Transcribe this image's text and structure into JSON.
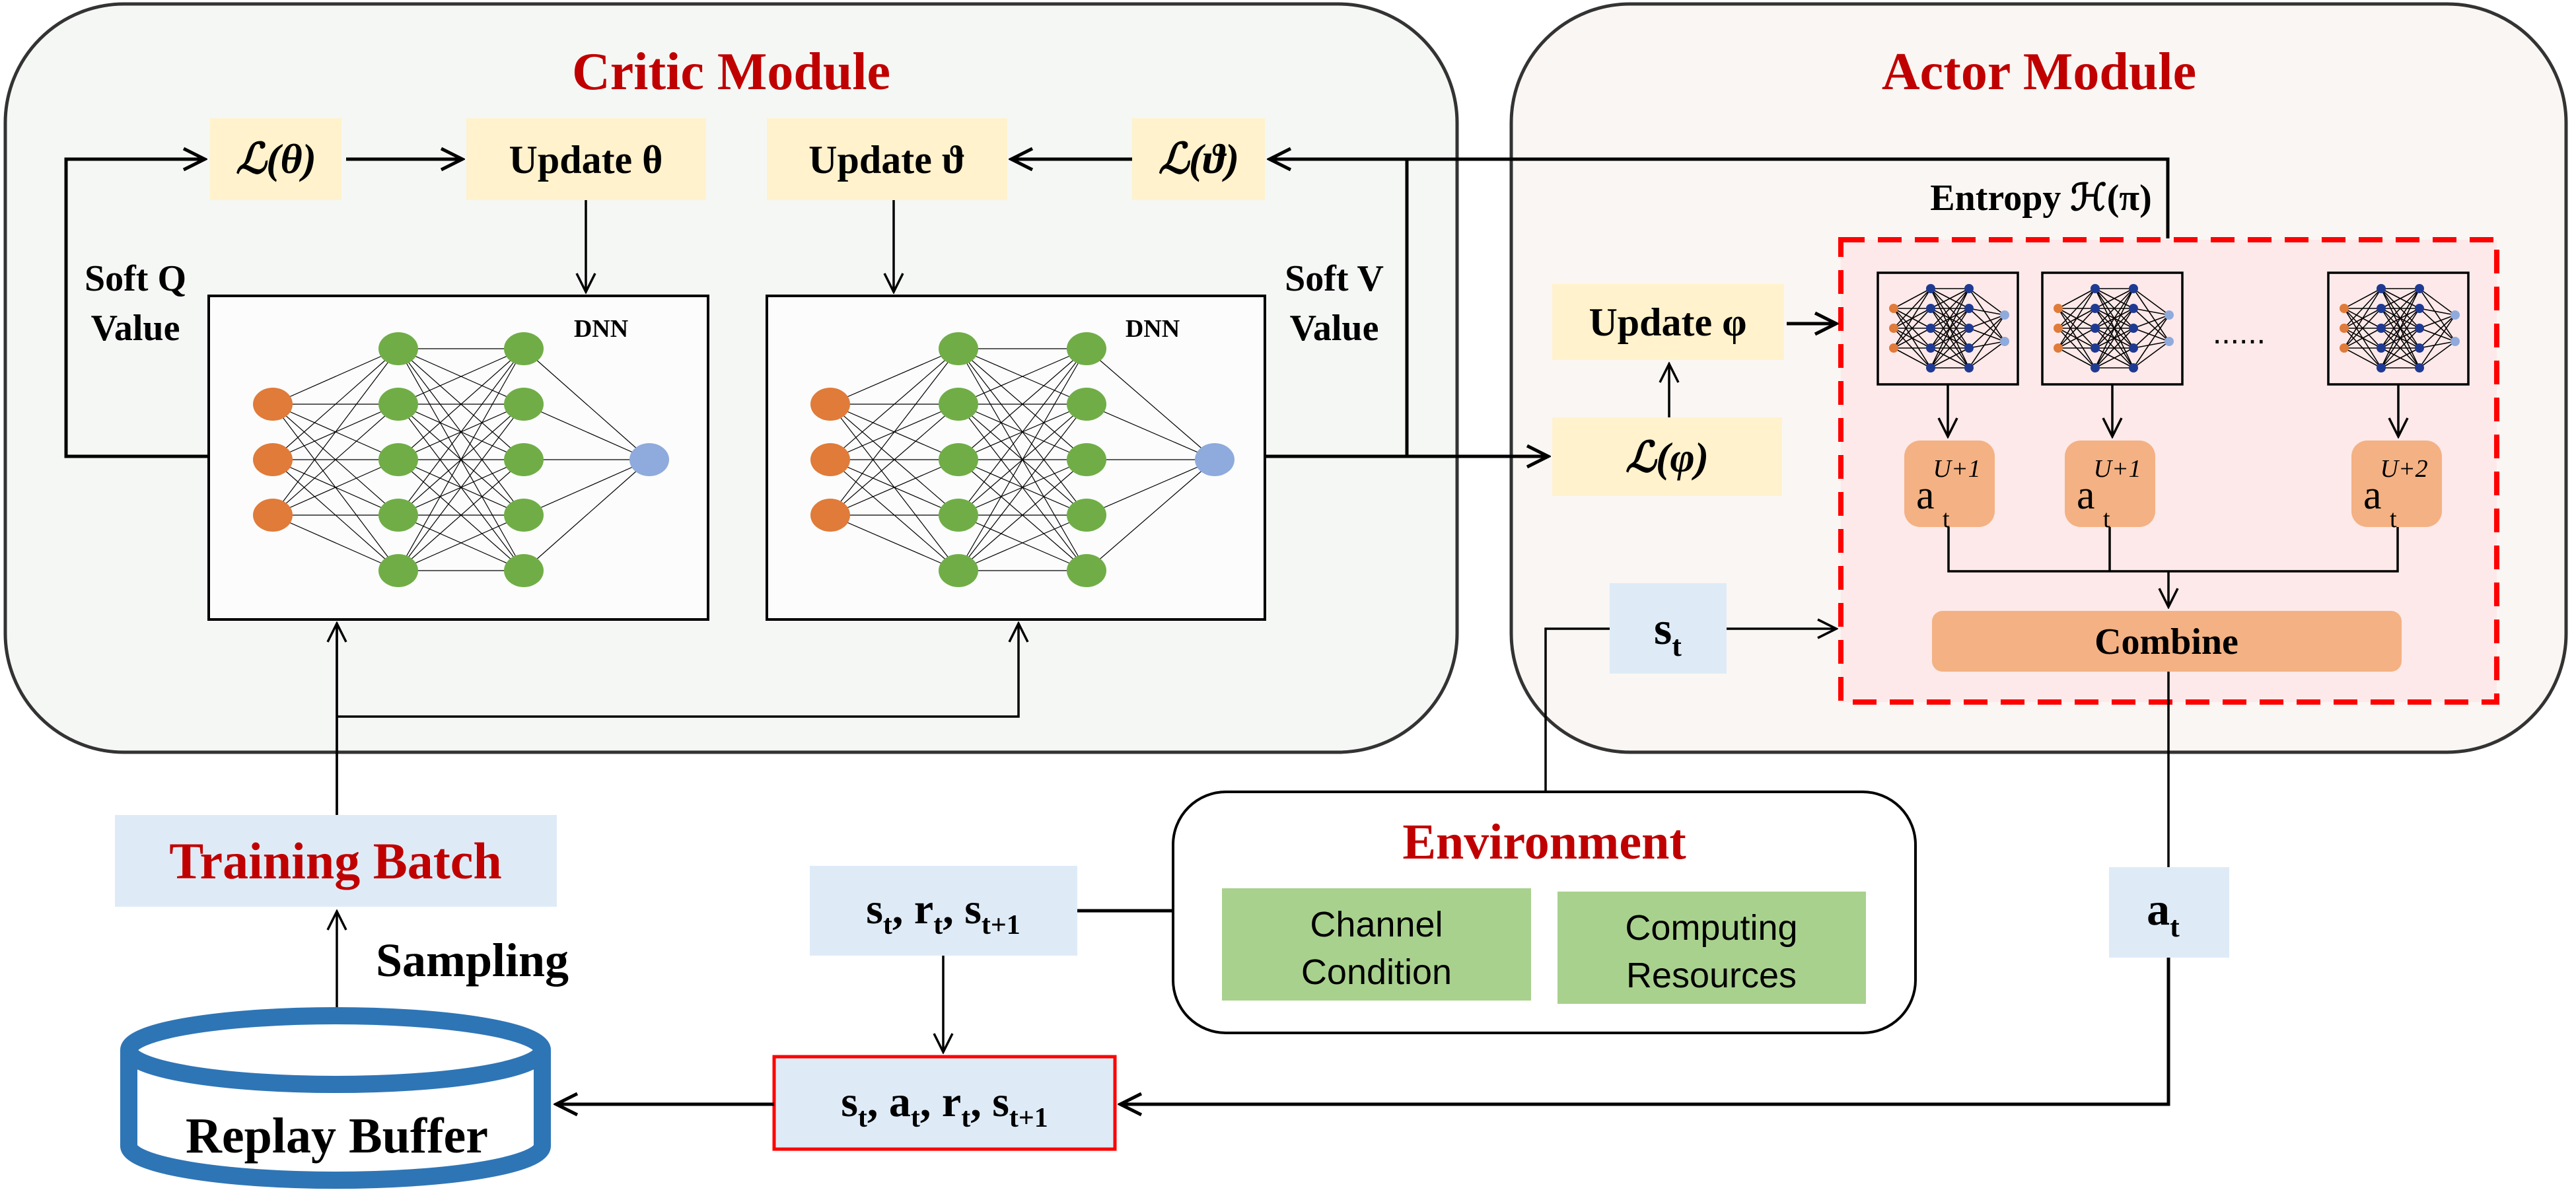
{
  "colors": {
    "title_red": "#c00000",
    "critic_bg": "#f5f7f5",
    "actor_bg": "#faf6f3",
    "loss_box": "#fff2cc",
    "state_box": "#deebf7",
    "action_box": "#f4b183",
    "policy_region": "#fde9e9",
    "policy_border": "#ff0000",
    "env_box": "#a9d18e",
    "buffer_blue": "#2e75b6",
    "input_node": "#e07b39",
    "hidden_node": "#70ad47",
    "output_node": "#8faadc",
    "mini_hidden_node": "#1f3a93"
  },
  "critic": {
    "title": "Critic Module",
    "loss_theta": "ℒ(θ)",
    "update_theta": "Update θ",
    "update_vartheta": "Update ϑ",
    "loss_vartheta": "ℒ(ϑ)",
    "soft_q_line1": "Soft Q",
    "soft_q_line2": "Value",
    "soft_v_line1": "Soft V",
    "soft_v_line2": "Value",
    "dnn_label_1": "DNN",
    "dnn_label_2": "DNN"
  },
  "actor": {
    "title": "Actor Module",
    "entropy": "Entropy ℋ(π)",
    "update_phi": "Update φ",
    "loss_phi": "ℒ(φ)",
    "ellipsis": "......",
    "actions": [
      {
        "base": "a",
        "sub": "t",
        "sup": "U+1"
      },
      {
        "base": "a",
        "sub": "t",
        "sup": "U+1"
      },
      {
        "base": "a",
        "sub": "t",
        "sup": "U+2"
      }
    ],
    "combine": "Combine",
    "state": {
      "base": "s",
      "sub": "t"
    }
  },
  "environment": {
    "title": "Environment",
    "channel_line1": "Channel",
    "channel_line2": "Condition",
    "computing_line1": "Computing",
    "computing_line2": "Resources"
  },
  "action_out": {
    "base": "a",
    "sub": "t"
  },
  "transition": {
    "srs": [
      {
        "base": "s",
        "sub": "t",
        "sep": ", "
      },
      {
        "base": "r",
        "sub": "t",
        "sep": ", "
      },
      {
        "base": "s",
        "sub": "t+1",
        "sep": ""
      }
    ],
    "sars": [
      {
        "base": "s",
        "sub": "t",
        "sep": ", "
      },
      {
        "base": "a",
        "sub": "t",
        "sep": ", "
      },
      {
        "base": "r",
        "sub": "t",
        "sep": ", "
      },
      {
        "base": "s",
        "sub": "t+1",
        "sep": ""
      }
    ]
  },
  "training_batch": "Training Batch",
  "sampling": "Sampling",
  "replay_buffer": "Replay Buffer"
}
